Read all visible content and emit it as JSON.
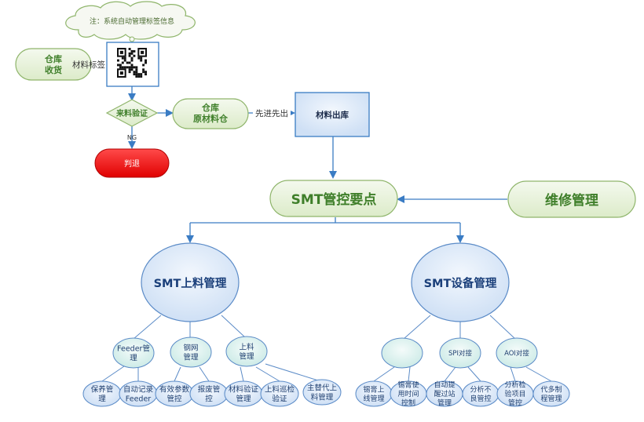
{
  "note": "注：系统自动管理标签信息",
  "nodes": {
    "warehouse_receive": [
      "仓库",
      "收货"
    ],
    "material_label": "材料标签",
    "incoming_check": "来料验证",
    "ng_label": "NG",
    "return": "判退",
    "warehouse_raw": [
      "仓库",
      "原材料仓"
    ],
    "fifo_label": "先进先出",
    "material_out": "材料出库",
    "smt_points": "SMT管控要点",
    "maintenance": "维修管理",
    "smt_feeding": "SMT上料管理",
    "smt_equipment": "SMT设备管理"
  },
  "feeding_children": [
    {
      "id": "feeder",
      "lines": [
        "Feeder管",
        "理"
      ]
    },
    {
      "id": "stencil",
      "lines": [
        "钢网",
        "管理"
      ]
    },
    {
      "id": "loading",
      "lines": [
        "上料",
        "管理"
      ]
    }
  ],
  "feeding_leaves": [
    [
      "保养管",
      "理"
    ],
    [
      "自动记录",
      "Feeder"
    ],
    [
      "有效参数",
      "管控"
    ],
    [
      "报废管",
      "控"
    ],
    [
      "材料验证",
      "管理"
    ],
    [
      "上料巡检",
      "验证"
    ],
    [
      "主替代上",
      "料管理"
    ]
  ],
  "equipment_children": [
    {
      "id": "blank",
      "lines": []
    },
    {
      "id": "spi",
      "lines": [
        "SPI对接"
      ]
    },
    {
      "id": "aoi",
      "lines": [
        "AOI对接"
      ]
    }
  ],
  "equipment_leaves": [
    [
      "锡膏上",
      "线管理"
    ],
    [
      "锡膏使",
      "用时间",
      "控制"
    ],
    [
      "自动提",
      "醒过站",
      "管理"
    ],
    [
      "分析不",
      "良管控"
    ],
    [
      "分析检",
      "验项目",
      "管控"
    ],
    [
      "代多制",
      "程管理"
    ]
  ],
  "colors": {
    "green_fill": "#e6f1d8",
    "green_stroke": "#8fb56b",
    "green_text": "#3f7f2a",
    "blue_fill": "#dde9f7",
    "blue_stroke": "#5b8bc7",
    "arrow": "#3a7cc4",
    "red": "#ff0000",
    "teal_fill": "#e1f3f1"
  }
}
